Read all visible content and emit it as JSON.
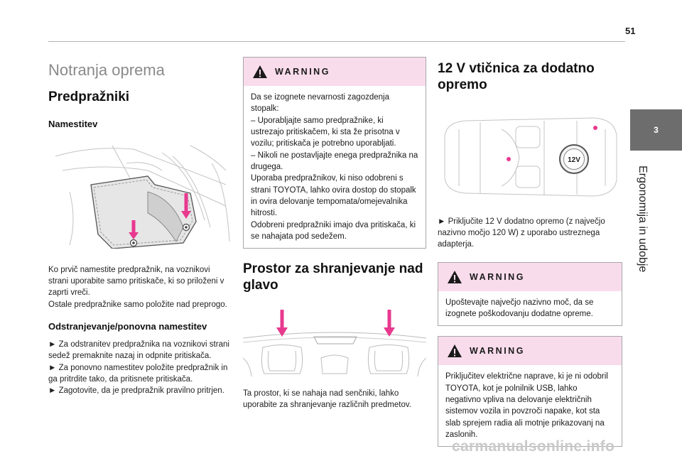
{
  "page": {
    "number": "51"
  },
  "chapter": {
    "number": "3",
    "title": "Ergonomija in udobje"
  },
  "left": {
    "section_title": "Notranja oprema",
    "heading": "Predpražniki",
    "subheading": "Namestitev",
    "intro_text": "Ko prvič namestite predpražnik, na voznikovi strani uporabite samo pritiskače, ki so priloženi v zaprti vreči.\nOstale predpražnike samo položite nad preprogo.",
    "removal_heading": "Odstranjevanje/ponovna namestitev",
    "removal_text": "► Za odstranitev predpražnika na voznikovi strani sedež premaknite nazaj in odpnite pritiskača.\n► Za ponovno namestitev položite predpražnik in ga pritrdite tako, da pritisnete pritiskača.\n► Zagotovite, da je predpražnik pravilno pritrjen."
  },
  "middle": {
    "warning": {
      "title": "WARNING",
      "text": "Da se izognete nevarnosti zagozdenja stopalk:\n– Uporabljajte samo predpražnike, ki ustrezajo pritiskačem, ki sta že prisotna v vozilu; pritiskača je potrebno uporabljati.\n– Nikoli ne postavljajte enega predpražnika na drugega.\nUporaba predpražnikov, ki niso odobreni s strani TOYOTA, lahko ovira dostop do stopalk in ovira delovanje tempomata/omejevalnika hitrosti.\nOdobreni predpražniki imajo dva pritiskača, ki se nahajata pod sedežem."
    },
    "heading": "Prostor za shranjevanje nad glavo",
    "text": "Ta prostor, ki se nahaja nad senčniki, lahko uporabite za shranjevanje različnih predmetov."
  },
  "right": {
    "heading": "12 V vtičnica za dodatno opremo",
    "socket_label": "12V",
    "text": "► Priključite 12 V dodatno opremo (z največjo nazivno močjo 120 W) z uporabo ustreznega adapterja.",
    "warning1": {
      "title": "WARNING",
      "text": "Upoštevajte največjo nazivno moč, da se izognete poškodovanju dodatne opreme."
    },
    "warning2": {
      "title": "WARNING",
      "text": "Priključitev električne naprave, ki je ni odobril TOYOTA, kot je polnilnik USB, lahko negativno vpliva na delovanje električnih sistemov vozila in povzroči napake, kot sta slab sprejem radia ali motnje prikazovanj na zaslonih."
    }
  },
  "footer": {
    "watermark": "carmanualsonline.info"
  },
  "colors": {
    "accent_pink": "#e8398f",
    "warning_bg": "#f9dcec",
    "chapter_tab": "#6d6d6d"
  }
}
